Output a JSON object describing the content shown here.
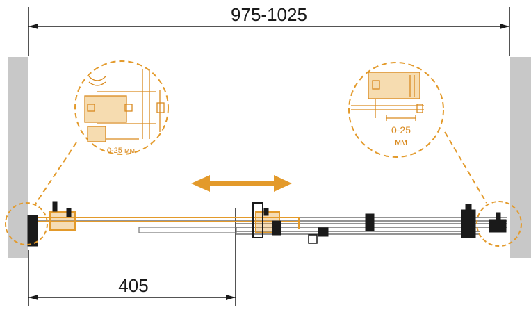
{
  "dimensions": {
    "total_width": "975-1025",
    "opening_width": "405"
  },
  "callouts": {
    "left_adjust_label": "0-25 мм",
    "right_adjust_range": "0-25",
    "right_adjust_unit": "мм"
  },
  "colors": {
    "accent": "#e39a2b",
    "wall": "#c8c8c8",
    "line": "#1a1a1a",
    "frame": "#555555"
  },
  "icons": {
    "movement": "double-arrow-icon"
  }
}
